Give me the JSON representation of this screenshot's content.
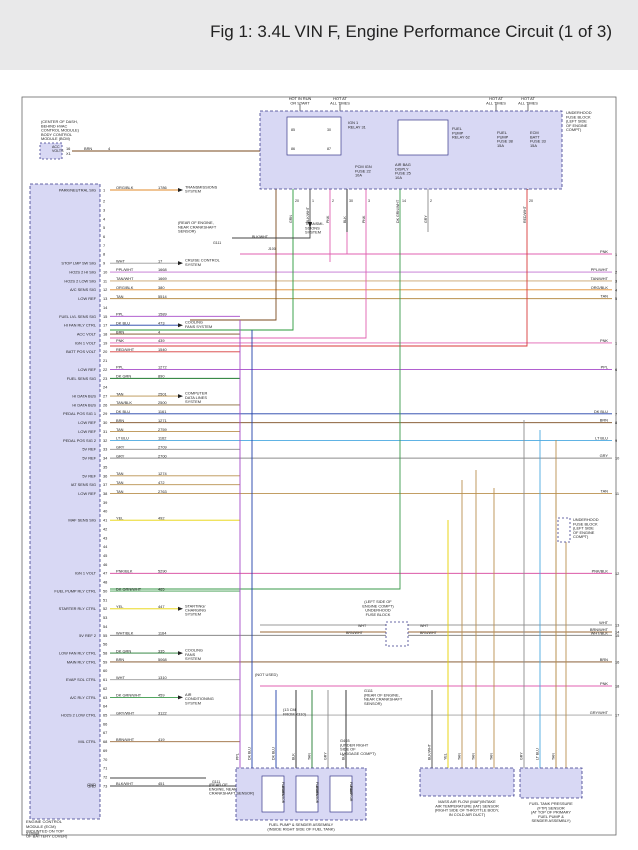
{
  "header": {
    "title": "Fig 1: 3.4L VIN F, Engine Performance Circuit (1 of 3)"
  },
  "figure_id": "276548",
  "colors": {
    "box_fill": "#d8d8f4",
    "box_stroke": "#3a3a8a",
    "wire_default": "#555555"
  },
  "pcm": {
    "label_lines": [
      "ENGINE CONTROL",
      "MODULE (ECM)",
      "(MOUNTED ON TOP",
      "OF BATTERY COVER)"
    ],
    "gnd_label": "GND"
  },
  "bcm": {
    "label_lines": [
      "(CENTER OF DASH,",
      "BEHIND HVAC",
      "CONTROL MODULE)",
      "BODY CONTROL",
      "MODULE (BCM)"
    ],
    "pin_label_lines": [
      "ACC",
      "VOLTS"
    ],
    "pin_num": "16",
    "conn": "X1",
    "wire_color": "BRN",
    "wire_num": "4"
  },
  "fuse_block": {
    "label_lines": [
      "UNDERHOOD",
      "FUSE BLOCK",
      "(LEFT SIDE",
      "OF ENGINE",
      "COMPT)"
    ],
    "hot_labels": [
      {
        "text": [
          "HOT IN RUN",
          "OR START"
        ]
      },
      {
        "text": [
          "HOT AT",
          "ALL TIMES"
        ]
      },
      {
        "text": [
          "HOT AT",
          "ALL TIMES"
        ]
      },
      {
        "text": [
          "HOT AT",
          "ALL TIMES"
        ]
      }
    ],
    "ign_relay": [
      "IGN 1",
      "RELAY 31"
    ],
    "fuel_relay": [
      "FUEL",
      "PUMP",
      "RELAY 62"
    ],
    "fuses": [
      {
        "text": [
          "PCM IGN",
          "FUSE 22",
          "10A"
        ]
      },
      {
        "text": [
          "AIR BAG",
          "DISPLY",
          "FUSE 25",
          "10A"
        ]
      },
      {
        "text": [
          "FUEL",
          "PUMP",
          "FUSE 38",
          "15A"
        ]
      },
      {
        "text": [
          "ECM",
          "BATT",
          "FUSE 33",
          "15A"
        ]
      }
    ],
    "relay_pins": [
      "85",
      "86",
      "30",
      "87"
    ],
    "bottom_wires": [
      {
        "color": "GRN",
        "num": "20"
      },
      {
        "color": "BLK/WHT",
        "num": "1"
      },
      {
        "color": "PNK",
        "num": "2"
      },
      {
        "color": "BLK",
        "num": "30"
      },
      {
        "color": "PNK",
        "num": "3"
      },
      {
        "color": "DK GRN/WHT",
        "num": "14"
      },
      {
        "color": "GRY",
        "num": "2"
      },
      {
        "color": "RED/WHT",
        "num": "20"
      }
    ]
  },
  "pcm_pins": [
    {
      "label": "PARK/NEUTRAL SIG",
      "num": "1",
      "wire": "ORG/BLK",
      "cnum": "1786",
      "dest": [
        "TRANSMISSIONS",
        "SYSTEM"
      ]
    },
    {
      "label": "",
      "num": "2",
      "wire": "",
      "cnum": "",
      "dest": []
    },
    {
      "label": "",
      "num": "3",
      "wire": "",
      "cnum": "",
      "dest": []
    },
    {
      "label": "",
      "num": "4",
      "wire": "",
      "cnum": "",
      "dest": []
    },
    {
      "label": "",
      "num": "5",
      "wire": "",
      "cnum": "",
      "dest": []
    },
    {
      "label": "",
      "num": "6",
      "wire": "",
      "cnum": "",
      "dest": []
    },
    {
      "label": "",
      "num": "7",
      "wire": "",
      "cnum": "",
      "dest": []
    },
    {
      "label": "",
      "num": "8",
      "wire": "",
      "cnum": "",
      "dest": []
    },
    {
      "label": "STOP LMP SW SIG",
      "num": "9",
      "wire": "WHT",
      "cnum": "17",
      "dest": [
        "CRUISE CONTROL",
        "SYSTEM"
      ]
    },
    {
      "label": "HO2S 2 HI SIG",
      "num": "10",
      "wire": "PPL/WHT",
      "cnum": "1668",
      "dest": []
    },
    {
      "label": "HO2S 2 LOW SIG",
      "num": "11",
      "wire": "TAN/WHT",
      "cnum": "1669",
      "dest": []
    },
    {
      "label": "A/C SENS SIG",
      "num": "12",
      "wire": "ORG/BLK",
      "cnum": "380",
      "dest": []
    },
    {
      "label": "LOW REF",
      "num": "13",
      "wire": "TAN",
      "cnum": "5514",
      "dest": []
    },
    {
      "label": "",
      "num": "14",
      "wire": "",
      "cnum": "",
      "dest": []
    },
    {
      "label": "FUEL LVL SENS SIG",
      "num": "15",
      "wire": "PPL",
      "cnum": "1589",
      "dest": []
    },
    {
      "label": "HI FAN RLY CTRL",
      "num": "17",
      "wire": "DK BLU",
      "cnum": "473",
      "dest": [
        "COOLING",
        "FANS SYSTEM"
      ]
    },
    {
      "label": "ACC VOLT",
      "num": "18",
      "wire": "BRN",
      "cnum": "4",
      "dest": []
    },
    {
      "label": "IGN 1 VOLT",
      "num": "19",
      "wire": "PNK",
      "cnum": "439",
      "dest": []
    },
    {
      "label": "BATT POS VOLT",
      "num": "20",
      "wire": "RED/WHT",
      "cnum": "1540",
      "dest": []
    },
    {
      "label": "",
      "num": "21",
      "wire": "",
      "cnum": "",
      "dest": []
    },
    {
      "label": "LOW REF",
      "num": "22",
      "wire": "PPL",
      "cnum": "1272",
      "dest": []
    },
    {
      "label": "FUEL SENS SIG",
      "num": "23",
      "wire": "DK GRN",
      "cnum": "890",
      "dest": []
    },
    {
      "label": "",
      "num": "24",
      "wire": "",
      "cnum": "",
      "dest": []
    },
    {
      "label": "HI DATA BUS",
      "num": "27",
      "wire": "TAN",
      "cnum": "2501",
      "dest": [
        "COMPUTER",
        "DATA LINES",
        "SYSTEM"
      ]
    },
    {
      "label": "HI DATA BUS",
      "num": "26",
      "wire": "TAN/BLK",
      "cnum": "2500",
      "dest": []
    },
    {
      "label": "PEDAL POS SIG 1",
      "num": "29",
      "wire": "DK BLU",
      "cnum": "1161",
      "dest": []
    },
    {
      "label": "LOW REF",
      "num": "30",
      "wire": "BRN",
      "cnum": "1271",
      "dest": []
    },
    {
      "label": "LOW REF",
      "num": "31",
      "wire": "TAN",
      "cnum": "2759",
      "dest": []
    },
    {
      "label": "PEDAL POS SIG 2",
      "num": "32",
      "wire": "LT BLU",
      "cnum": "1162",
      "dest": []
    },
    {
      "label": "5V REF",
      "num": "33",
      "wire": "GRY",
      "cnum": "2709",
      "dest": []
    },
    {
      "label": "5V REF",
      "num": "34",
      "wire": "GRY",
      "cnum": "2700",
      "dest": []
    },
    {
      "label": "",
      "num": "35",
      "wire": "",
      "cnum": "",
      "dest": []
    },
    {
      "label": "5V REF",
      "num": "36",
      "wire": "TAN",
      "cnum": "1274",
      "dest": []
    },
    {
      "label": "IAT SENS SIG",
      "num": "37",
      "wire": "TAN",
      "cnum": "472",
      "dest": []
    },
    {
      "label": "LOW REF",
      "num": "38",
      "wire": "TAN",
      "cnum": "2763",
      "dest": []
    },
    {
      "label": "",
      "num": "39",
      "wire": "",
      "cnum": "",
      "dest": []
    },
    {
      "label": "",
      "num": "40",
      "wire": "",
      "cnum": "",
      "dest": []
    },
    {
      "label": "MAF SENS SIG",
      "num": "41",
      "wire": "YEL",
      "cnum": "492",
      "dest": []
    },
    {
      "label": "",
      "num": "42",
      "wire": "",
      "cnum": "",
      "dest": []
    },
    {
      "label": "",
      "num": "43",
      "wire": "",
      "cnum": "",
      "dest": []
    },
    {
      "label": "",
      "num": "44",
      "wire": "",
      "cnum": "",
      "dest": []
    },
    {
      "label": "",
      "num": "45",
      "wire": "",
      "cnum": "",
      "dest": []
    },
    {
      "label": "",
      "num": "46",
      "wire": "",
      "cnum": "",
      "dest": []
    },
    {
      "label": "IGN 1 VOLT",
      "num": "47",
      "wire": "PNK/BLK",
      "cnum": "5290",
      "dest": []
    },
    {
      "label": "",
      "num": "48",
      "wire": "",
      "cnum": "",
      "dest": []
    },
    {
      "label": "FUEL PUMP RLY CTRL",
      "num": "50",
      "wire": "DK GRN/WHT",
      "cnum": "465",
      "dest": []
    },
    {
      "label": "",
      "num": "51",
      "wire": "",
      "cnum": "",
      "dest": []
    },
    {
      "label": "STARTER RLY CTRL",
      "num": "52",
      "wire": "YEL",
      "cnum": "447",
      "dest": [
        "STARTING/",
        "CHARGING",
        "SYSTEM"
      ]
    },
    {
      "label": "",
      "num": "53",
      "wire": "",
      "cnum": "",
      "dest": []
    },
    {
      "label": "",
      "num": "54",
      "wire": "",
      "cnum": "",
      "dest": []
    },
    {
      "label": "5V REF 2",
      "num": "55",
      "wire": "WHT/BLK",
      "cnum": "1164",
      "dest": []
    },
    {
      "label": "",
      "num": "56",
      "wire": "",
      "cnum": "",
      "dest": []
    },
    {
      "label": "LOW FAN RLY CTRL",
      "num": "58",
      "wire": "DK GRN",
      "cnum": "335",
      "dest": [
        "COOLING",
        "FANS",
        "SYSTEM"
      ]
    },
    {
      "label": "MAIN RLY CTRL",
      "num": "59",
      "wire": "BRN",
      "cnum": "5068",
      "dest": []
    },
    {
      "label": "",
      "num": "60",
      "wire": "",
      "cnum": "",
      "dest": []
    },
    {
      "label": "EVAP SOL CTRL",
      "num": "61",
      "wire": "WHT",
      "cnum": "1310",
      "dest": []
    },
    {
      "label": "",
      "num": "62",
      "wire": "",
      "cnum": "",
      "dest": []
    },
    {
      "label": "A/C RLY CTRL",
      "num": "63",
      "wire": "DK GRN/WHT",
      "cnum": "459",
      "dest": [
        "AIR",
        "CONDITIONING",
        "SYSTEM"
      ]
    },
    {
      "label": "",
      "num": "64",
      "wire": "",
      "cnum": "",
      "dest": []
    },
    {
      "label": "HO2S 2 LOW CTRL",
      "num": "65",
      "wire": "GRY/WHT",
      "cnum": "3122",
      "dest": []
    },
    {
      "label": "",
      "num": "66",
      "wire": "",
      "cnum": "",
      "dest": []
    },
    {
      "label": "",
      "num": "67",
      "wire": "",
      "cnum": "",
      "dest": []
    },
    {
      "label": "MIL CTRL",
      "num": "68",
      "wire": "BRN/WHT",
      "cnum": "419",
      "dest": []
    },
    {
      "label": "",
      "num": "69",
      "wire": "",
      "cnum": "",
      "dest": []
    },
    {
      "label": "",
      "num": "70",
      "wire": "",
      "cnum": "",
      "dest": []
    },
    {
      "label": "",
      "num": "71",
      "wire": "",
      "cnum": "",
      "dest": []
    },
    {
      "label": "",
      "num": "72",
      "wire": "",
      "cnum": "",
      "dest": []
    },
    {
      "label": "GND",
      "num": "73",
      "wire": "BLK/WHT",
      "cnum": "451",
      "dest": []
    }
  ],
  "right_wires": [
    {
      "color": "PNK",
      "num": "1"
    },
    {
      "color": "PPL/WHT",
      "num": "2"
    },
    {
      "color": "TAN/WHT",
      "num": "3"
    },
    {
      "color": "ORG/BLK",
      "num": "4"
    },
    {
      "color": "TAN",
      "num": "5"
    },
    {
      "color": "PPL",
      "num": "6"
    },
    {
      "color": "DK BLU",
      "num": "7"
    },
    {
      "color": "BRN",
      "num": "8"
    },
    {
      "color": "LT BLU",
      "num": "9"
    },
    {
      "color": "GRY",
      "num": "10"
    },
    {
      "color": "TAN",
      "num": "11"
    },
    {
      "color": "PNK/BLK",
      "num": "12"
    },
    {
      "color": "WHT",
      "num": "13"
    },
    {
      "color": "BRN/WHT",
      "num": "14"
    },
    {
      "color": "WHT/BLK",
      "num": "15"
    },
    {
      "color": "BRN",
      "num": "16"
    },
    {
      "color": "GRY/WHT",
      "num": "17"
    },
    {
      "color": "PNK",
      "num": "18"
    }
  ],
  "notes": {
    "ground_top": [
      "(REAR OF ENGINE,",
      "NEAR CRANKSHAFT",
      "SENSOR)"
    ],
    "g111": "G111",
    "j100": "J100",
    "trans": [
      "TRANSMI-",
      "SSIONS",
      "SYSTEM"
    ],
    "not_used": "(NOT USED)",
    "cm": [
      "(13 CM",
      "FROM X310)"
    ],
    "g403": [
      "G403",
      "(UNDER RIGHT",
      "SIDE OF",
      "LUGGAGE COMPT)"
    ],
    "g111b": [
      "G111",
      "(REAR OF ENGINE,",
      "NEAR CRANKSHAFT",
      "SENSOR)"
    ],
    "mid_fuse": [
      "(LEFT SIDE OF",
      "ENGINE COMPT)",
      "UNDERHOOD",
      "FUSE BLOCK"
    ],
    "right_fuse": [
      "UNDERHOOD",
      "FUSE BLOCK",
      "(LEFT SIDE",
      "OF ENGINE",
      "COMPT)"
    ],
    "bottom_gnd": [
      "(REAR OF",
      "ENGINE, NEAR",
      "CRANKSHAFT SENSOR)"
    ],
    "g111c": "G111"
  },
  "components": [
    {
      "label": [
        "FUEL PUMP & SENDER ASSEMBLY",
        "(INSIDE RIGHT SIDE OF FUEL TANK)"
      ]
    },
    {
      "label": [
        "MASS AIR FLOW (MAF)/INTAKE",
        "AIR TEMPERATURE (IAT) SENSOR",
        "(RIGHT SIDE OF THROTTLE BODY,",
        "IN COLD AIR DUCT)"
      ]
    },
    {
      "label": [
        "FUEL TANK PRESSURE",
        "(FTP) SENSOR",
        "(AT TOP OF PRIMARY",
        "FUEL PUMP &",
        "SENDER ASSEMBLY)"
      ]
    }
  ],
  "sender_labels": [
    [
      "FUEL",
      "LEVEL",
      "SENSOR"
    ],
    [
      "FUEL",
      "LEVEL",
      "SENSOR"
    ],
    [
      "FUEL",
      "PUMP",
      "MOTOR"
    ]
  ]
}
